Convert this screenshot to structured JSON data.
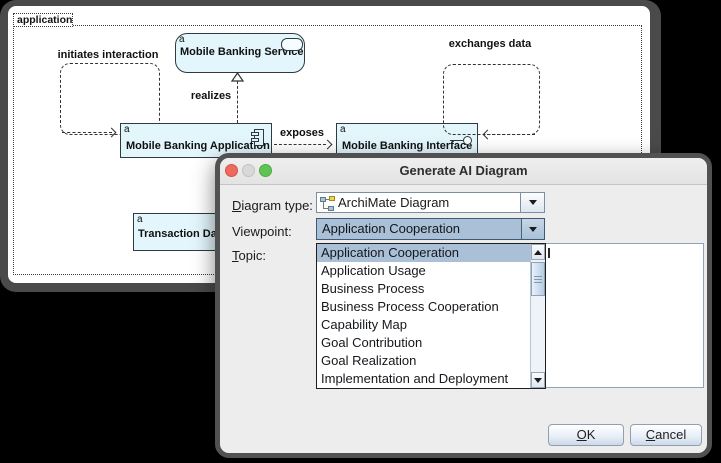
{
  "canvas": {
    "container_label": "application",
    "nodes": {
      "service": {
        "tag": "a",
        "label": "Mobile Banking Service"
      },
      "app": {
        "tag": "a",
        "label": "Mobile Banking Application"
      },
      "iface": {
        "tag": "a",
        "label": "Mobile Banking Interface"
      },
      "data": {
        "tag": "a",
        "label": "Transaction Data"
      }
    },
    "relations": {
      "initiates": "initiates interaction",
      "realizes": "realizes",
      "exposes": "exposes",
      "exchanges": "exchanges data"
    }
  },
  "dialog": {
    "title": "Generate AI Diagram",
    "diagram_type": {
      "mnemonic": "D",
      "label_rest": "iagram type:",
      "value": "ArchiMate Diagram",
      "icon": "archimate-diagram-icon"
    },
    "viewpoint": {
      "label": "Viewpoint:",
      "value": "Application Cooperation"
    },
    "topic": {
      "mnemonic": "T",
      "label_rest": "opic:",
      "value": ""
    },
    "viewpoint_options": [
      "Application Cooperation",
      "Application Usage",
      "Business Process",
      "Business Process Cooperation",
      "Capability Map",
      "Goal Contribution",
      "Goal Realization",
      "Implementation and Deployment"
    ],
    "selected_option": "Application Cooperation",
    "buttons": {
      "ok_mnemonic": "O",
      "ok_rest": "K",
      "cancel_mnemonic": "C",
      "cancel_rest": "ancel"
    }
  },
  "colors": {
    "node_fill": "#e2f6fc",
    "selection_highlight": "#a9c0d7",
    "dialog_bg": "#ededed",
    "traffic_red": "#ee6a5f",
    "traffic_gray": "#d8d8d8",
    "traffic_green": "#5fc454"
  }
}
